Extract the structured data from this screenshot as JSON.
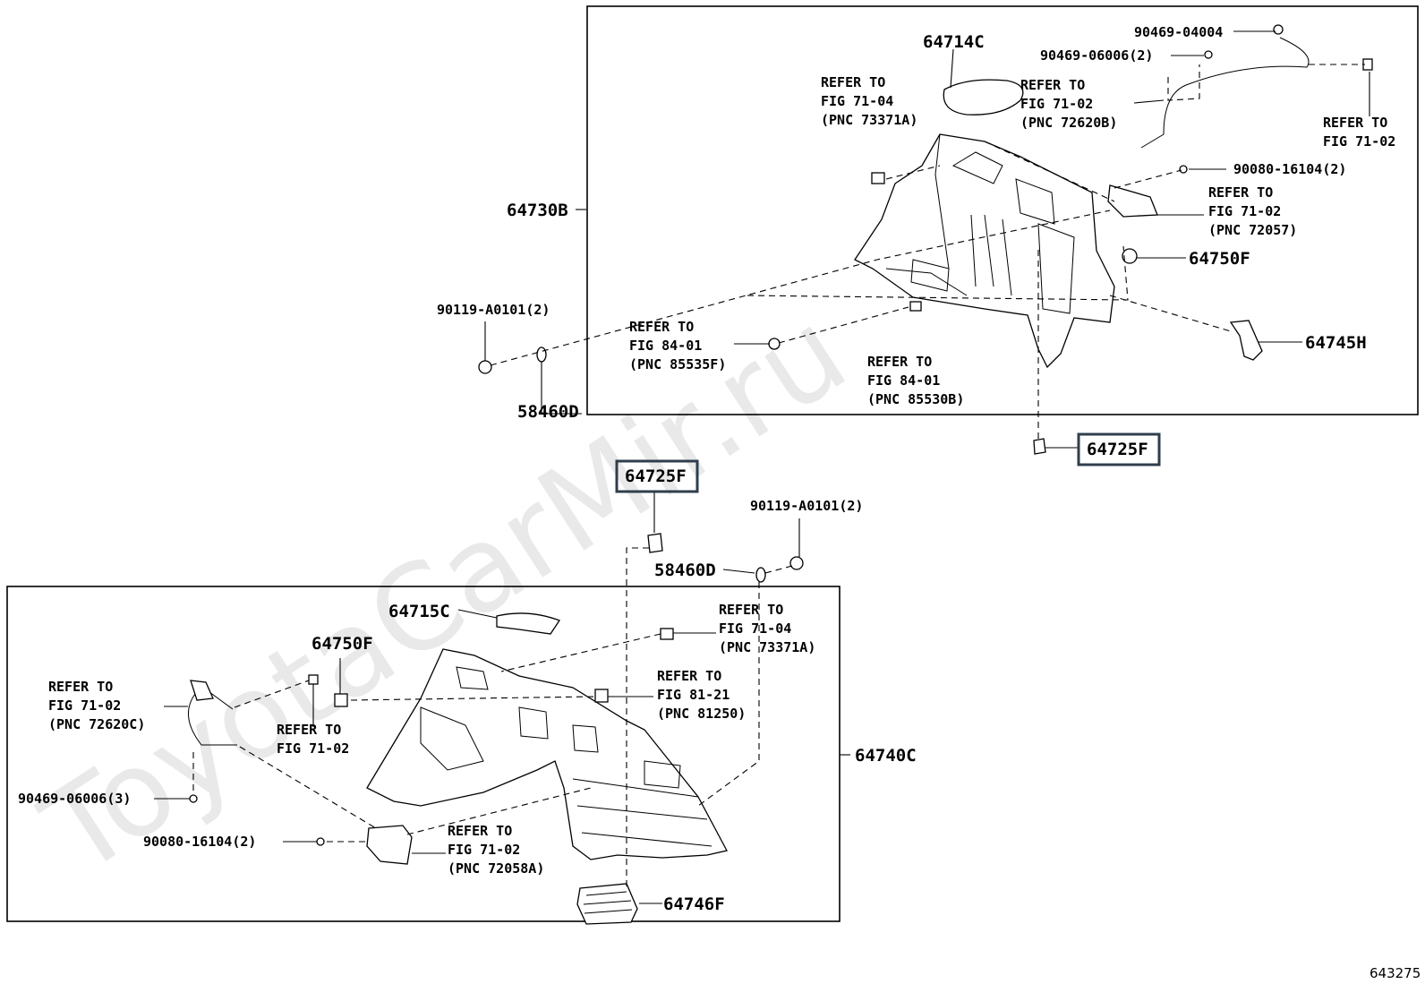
{
  "watermark": "ToyotaCarMir.ru",
  "sheet_number": "643275",
  "upper": {
    "labels": {
      "p64714C": "64714C",
      "p90469_04004": "90469-04004",
      "p90469_06006": "90469-06006(2)",
      "ref_71_04_a1": "REFER TO",
      "ref_71_04_a2": "FIG 71-04",
      "ref_71_04_a3": "(PNC 73371A)",
      "ref_71_02_b1": "REFER TO",
      "ref_71_02_b2": "FIG 71-02",
      "ref_71_02_b3": "(PNC 72620B)",
      "ref_71_02_c1": "REFER TO",
      "ref_71_02_c2": "FIG 71-02",
      "p90080": "90080-16104(2)",
      "ref_71_02_d1": "REFER TO",
      "ref_71_02_d2": "FIG 71-02",
      "ref_71_02_d3": "(PNC 72057)",
      "p64730B": "64730B",
      "p64750F": "64750F",
      "p90119": "90119-A0101(2)",
      "ref_84_01_e1": "REFER TO",
      "ref_84_01_e2": "FIG 84-01",
      "ref_84_01_e3": "(PNC 85535F)",
      "p64745H": "64745H",
      "ref_84_01_f1": "REFER TO",
      "ref_84_01_f2": "FIG 84-01",
      "ref_84_01_f3": "(PNC 85530B)",
      "p58460D": "58460D",
      "p64725F": "64725F"
    }
  },
  "lower": {
    "labels": {
      "p64725F": "64725F",
      "p90119": "90119-A0101(2)",
      "p58460D": "58460D",
      "p64715C": "64715C",
      "ref_71_04_1": "REFER TO",
      "ref_71_04_2": "FIG 71-04",
      "ref_71_04_3": "(PNC 73371A)",
      "p64750F": "64750F",
      "ref_81_21_1": "REFER TO",
      "ref_81_21_2": "FIG 81-21",
      "ref_81_21_3": "(PNC 81250)",
      "ref_71_02_a1": "REFER TO",
      "ref_71_02_a2": "FIG 71-02",
      "ref_71_02_a3": "(PNC 72620C)",
      "ref_71_02_b1": "REFER TO",
      "ref_71_02_b2": "FIG 71-02",
      "p64740C": "64740C",
      "p90469_06006": "90469-06006(3)",
      "p90080": "90080-16104(2)",
      "ref_71_02_c1": "REFER TO",
      "ref_71_02_c2": "FIG 71-02",
      "ref_71_02_c3": "(PNC 72058A)",
      "p64746F": "64746F"
    }
  },
  "highlight_color": "#2f3e4c"
}
